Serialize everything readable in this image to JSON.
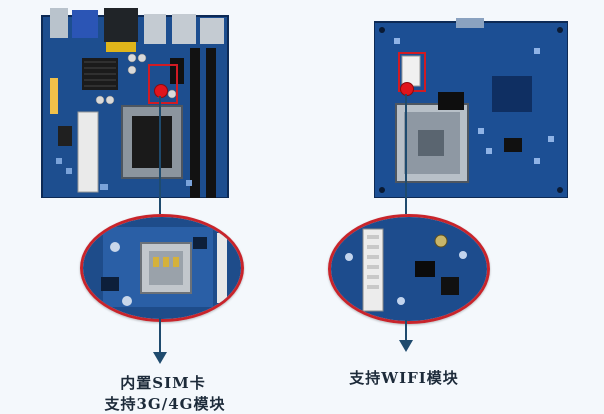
{
  "left_product": {
    "caption_line1": "内置SIM卡",
    "caption_line2": "支持3G/4G模块"
  },
  "right_product": {
    "caption": "支持WIFI模块"
  },
  "colors": {
    "board_blue": "#1c4f94",
    "board_dark": "#0f2f62",
    "highlight_red": "#d11b23",
    "arrow": "#1f4b6e",
    "caption": "#1d2b3a"
  }
}
